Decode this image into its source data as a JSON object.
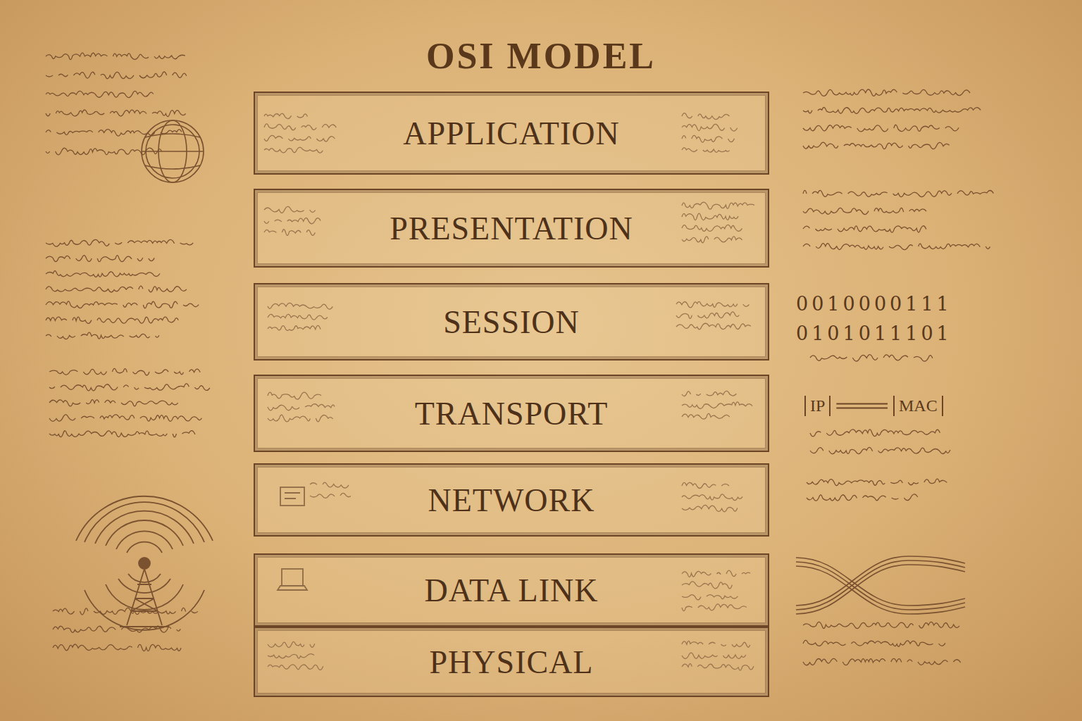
{
  "diagram": {
    "title": "OSI MODEL",
    "nodes": [
      {
        "text": [
          "APPLICATION"
        ]
      },
      {
        "text": [
          "PRESENTATION"
        ]
      },
      {
        "text": [
          "SESSION"
        ]
      },
      {
        "text": [
          "TRANSPORT"
        ]
      },
      {
        "text": [
          "NETWORK"
        ]
      },
      {
        "text": [
          "DATA LINK"
        ]
      },
      {
        "text": [
          "PHYSICAL"
        ]
      }
    ],
    "labels": [
      "0010000111",
      "0101011101",
      "IP",
      "MAC"
    ]
  }
}
